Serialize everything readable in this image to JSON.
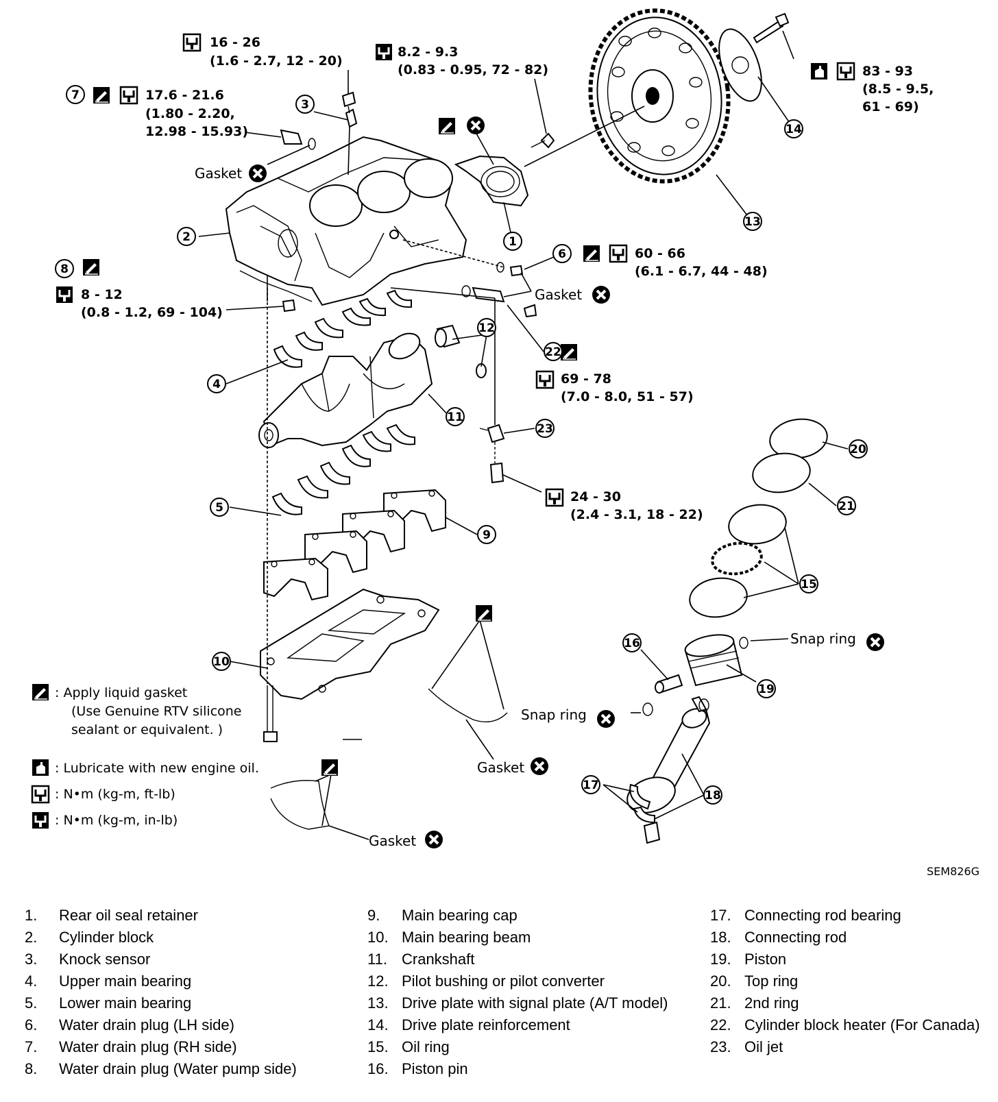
{
  "torques": {
    "t3": [
      "16 - 26",
      "(1.6 - 2.7, 12 - 20)"
    ],
    "t_bolt": [
      "8.2 - 9.3",
      "(0.83 - 0.95, 72 - 82)"
    ],
    "t7": [
      "17.6 - 21.6",
      "(1.80 - 2.20,",
      "12.98 - 15.93)"
    ],
    "t14": [
      "83 - 93",
      "(8.5 - 9.5,",
      "61 - 69)"
    ],
    "t6": [
      "60 - 66",
      "(6.1 - 6.7, 44 - 48)"
    ],
    "t8": [
      "8 - 12",
      "(0.8 - 1.2, 69 - 104)"
    ],
    "t22": [
      "69 - 78",
      "(7.0 - 8.0, 51 - 57)"
    ],
    "t23": [
      "24 - 30",
      "(2.4 - 3.1, 18 - 22)"
    ]
  },
  "callouts": {
    "c1": "1",
    "c2": "2",
    "c3": "3",
    "c4": "4",
    "c5": "5",
    "c6": "6",
    "c7": "7",
    "c8": "8",
    "c9": "9",
    "c10": "10",
    "c11": "11",
    "c12": "12",
    "c13": "13",
    "c14": "14",
    "c15": "15",
    "c16": "16",
    "c17": "17",
    "c18": "18",
    "c19": "19",
    "c20": "20",
    "c21": "21",
    "c22": "22",
    "c23": "23"
  },
  "labels": {
    "gasket": "Gasket",
    "snap_ring": "Snap ring",
    "figure_code": "SEM826G"
  },
  "symbol_legend": {
    "liquid_gasket": [
      ": Apply liquid gasket",
      "(Use Genuine RTV silicone",
      "sealant or equivalent. )"
    ],
    "lubricate": ": Lubricate with new engine oil.",
    "ft_lb": ": N•m (kg-m, ft-lb)",
    "in_lb": ": N•m (kg-m, in-lb)"
  },
  "parts": [
    {
      "n": "1.",
      "name": "Rear oil seal retainer"
    },
    {
      "n": "2.",
      "name": "Cylinder block"
    },
    {
      "n": "3.",
      "name": "Knock sensor"
    },
    {
      "n": "4.",
      "name": "Upper main bearing"
    },
    {
      "n": "5.",
      "name": "Lower main bearing"
    },
    {
      "n": "6.",
      "name": "Water drain plug (LH side)"
    },
    {
      "n": "7.",
      "name": "Water drain plug (RH side)"
    },
    {
      "n": "8.",
      "name": "Water drain plug (Water pump side)"
    },
    {
      "n": "9.",
      "name": "Main bearing cap"
    },
    {
      "n": "10.",
      "name": "Main bearing beam"
    },
    {
      "n": "11.",
      "name": "Crankshaft"
    },
    {
      "n": "12.",
      "name": "Pilot bushing or pilot converter"
    },
    {
      "n": "13.",
      "name": "Drive plate with signal plate (A/T model)"
    },
    {
      "n": "14.",
      "name": "Drive plate reinforcement"
    },
    {
      "n": "15.",
      "name": "Oil ring"
    },
    {
      "n": "16.",
      "name": "Piston pin"
    },
    {
      "n": "17.",
      "name": "Connecting rod bearing"
    },
    {
      "n": "18.",
      "name": "Connecting rod"
    },
    {
      "n": "19.",
      "name": "Piston"
    },
    {
      "n": "20.",
      "name": "Top ring"
    },
    {
      "n": "21.",
      "name": "2nd ring"
    },
    {
      "n": "22.",
      "name": "Cylinder block heater (For Canada)"
    },
    {
      "n": "23.",
      "name": "Oil jet"
    }
  ]
}
